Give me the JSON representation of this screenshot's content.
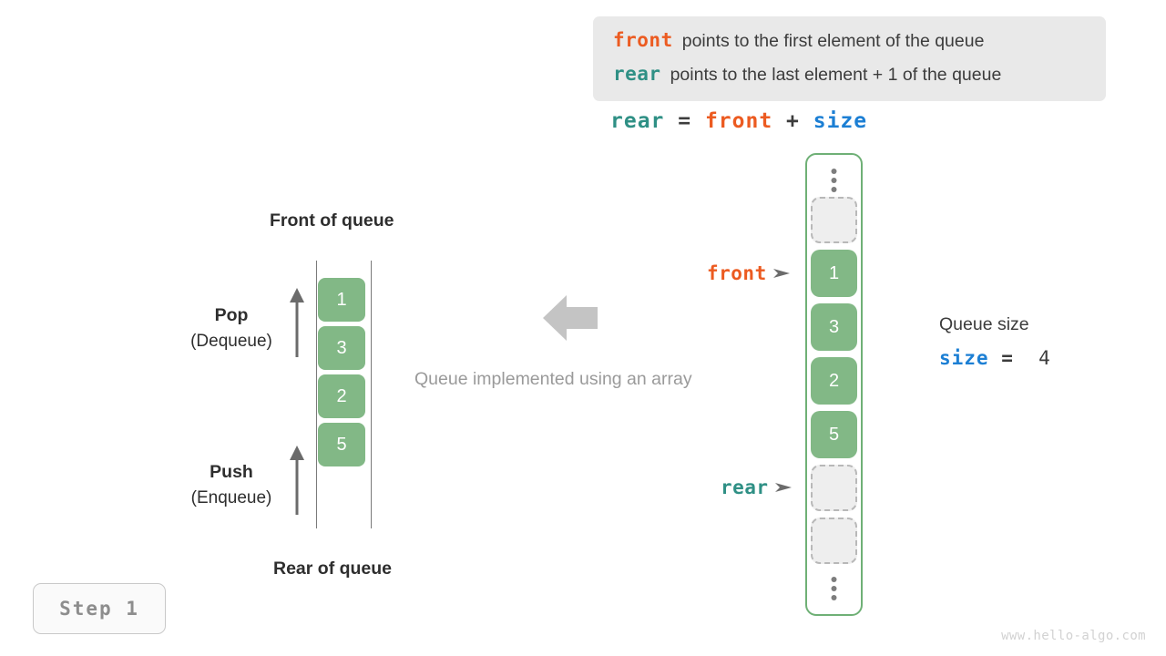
{
  "legend": {
    "lines": [
      {
        "keyword": "front",
        "keyword_color": "#ec5b21",
        "text": "points to the first element of the queue"
      },
      {
        "keyword": "rear",
        "keyword_color": "#2f9085",
        "text": "points to the last element + 1 of the queue"
      }
    ],
    "background": "#e9e9e9"
  },
  "formula": {
    "lhs": "rear",
    "eq": "=",
    "rhs1": "front",
    "plus": "+",
    "rhs2": "size"
  },
  "logical_queue": {
    "front_label": "Front of queue",
    "rear_label": "Rear of queue",
    "cells": [
      "1",
      "3",
      "2",
      "5"
    ],
    "pop": {
      "title": "Pop",
      "subtitle": "(Dequeue)"
    },
    "push": {
      "title": "Push",
      "subtitle": "(Enqueue)"
    },
    "cell_color": "#82b886"
  },
  "middle": {
    "note": "Queue implemented using an array",
    "arrow_direction": "left",
    "arrow_color": "#c4c4c4"
  },
  "array_view": {
    "ellipsis_top": "⋮",
    "ellipsis_bottom": "⋮",
    "slots": [
      {
        "kind": "empty",
        "value": ""
      },
      {
        "kind": "filled",
        "value": "1"
      },
      {
        "kind": "filled",
        "value": "3"
      },
      {
        "kind": "filled",
        "value": "2"
      },
      {
        "kind": "filled",
        "value": "5"
      },
      {
        "kind": "empty",
        "value": ""
      },
      {
        "kind": "empty",
        "value": ""
      }
    ],
    "border_color": "#6fb076",
    "pointers": [
      {
        "name": "front",
        "label": "front",
        "color": "#ec5b21",
        "target_value": "1"
      },
      {
        "name": "rear",
        "label": "rear",
        "color": "#2f9085",
        "target_value": ""
      }
    ]
  },
  "queue_size": {
    "title": "Queue size",
    "var": "size",
    "eq": "=",
    "value": "4",
    "var_color": "#1c7fd4"
  },
  "step": {
    "label": "Step 1"
  },
  "watermark": {
    "text": "www.hello-algo.com"
  }
}
